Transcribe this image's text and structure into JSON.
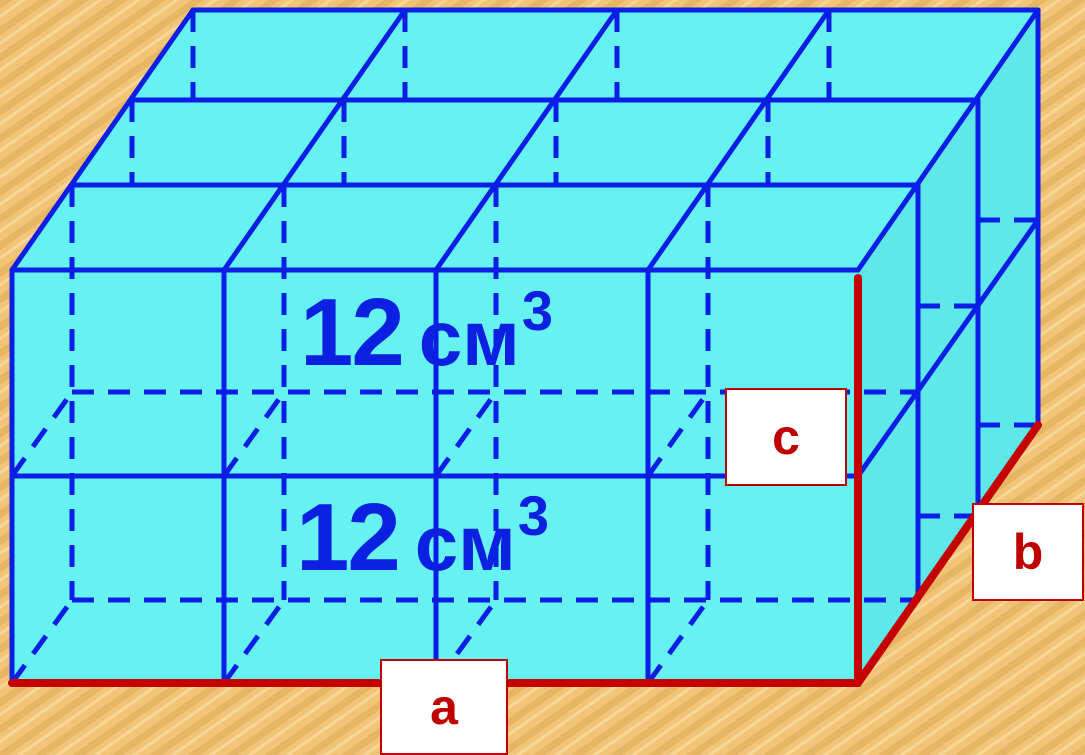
{
  "volume_label_top": {
    "number": "12",
    "unit": "см",
    "exponent": "3"
  },
  "volume_label_bottom": {
    "number": "12",
    "unit": "см",
    "exponent": "3"
  },
  "dimension_labels": {
    "length": "a",
    "width": "b",
    "height": "c"
  },
  "colors": {
    "background": "#f2c477",
    "background_stripe": "#dba94f",
    "box_fill": "#66f2f2",
    "edge": "#0a1ee6",
    "highlight_edge": "#c40000",
    "label_border": "#c00000",
    "label_text": "#c00000",
    "volume_text": "#0b20e0"
  }
}
